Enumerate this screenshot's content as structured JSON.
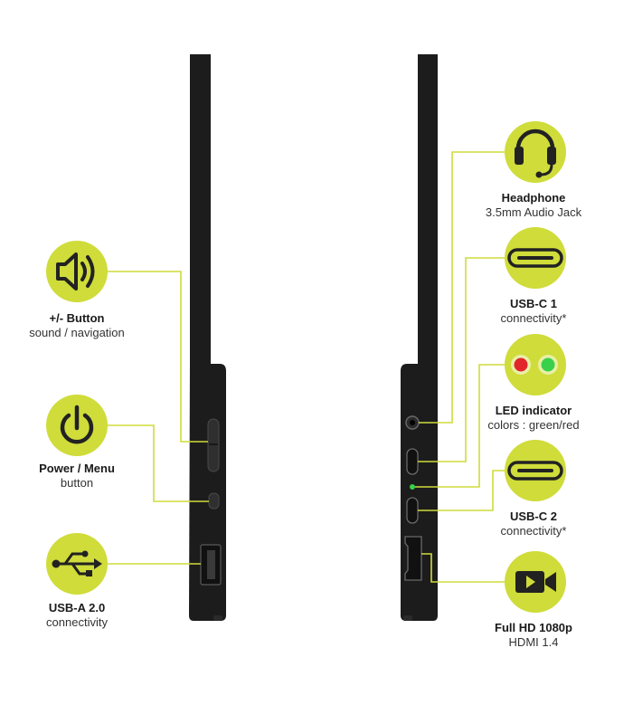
{
  "colors": {
    "accent": "#cfdc3a",
    "device": "#1c1c1c",
    "led_red": "#e2252b",
    "led_green": "#39d14a"
  },
  "features": [
    {
      "key": "volume",
      "title": "+/- Button",
      "subtitle": "sound / navigation",
      "icon": "speaker-icon"
    },
    {
      "key": "power",
      "title": "Power / Menu",
      "subtitle": "button",
      "icon": "power-icon"
    },
    {
      "key": "usba",
      "title": "USB-A 2.0",
      "subtitle": "connectivity",
      "icon": "usb-icon"
    },
    {
      "key": "headphone",
      "title": "Headphone",
      "subtitle": "3.5mm Audio Jack",
      "icon": "headset-icon"
    },
    {
      "key": "usbc1",
      "title": "USB-C 1",
      "subtitle": "connectivity*",
      "icon": "usb-c-port-icon"
    },
    {
      "key": "led",
      "title": "LED indicator",
      "subtitle": "colors : green/red",
      "icon": "led-icon"
    },
    {
      "key": "usbc2",
      "title": "USB-C 2",
      "subtitle": "connectivity*",
      "icon": "usb-c-port-icon"
    },
    {
      "key": "hdmi",
      "title": "Full HD 1080p",
      "subtitle": "HDMI 1.4",
      "icon": "video-camera-icon"
    }
  ]
}
